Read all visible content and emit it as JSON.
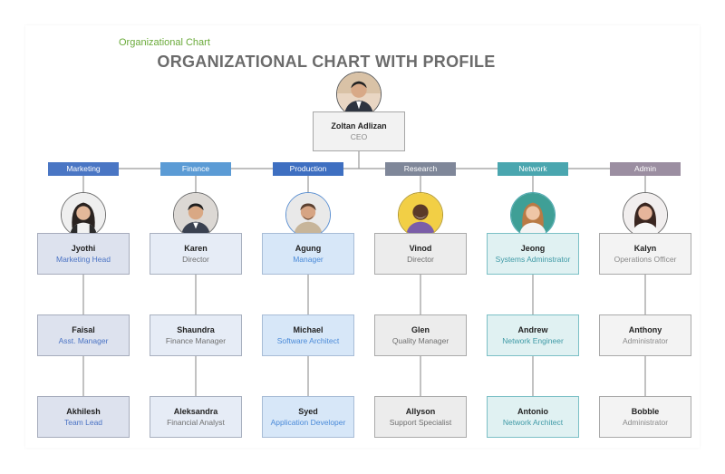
{
  "header": {
    "subtitle": "Organizational Chart",
    "title": "ORGANIZATIONAL CHART WITH PROFILE"
  },
  "ceo": {
    "name": "Zoltan Adlizan",
    "role": "CEO"
  },
  "departments": [
    {
      "label": "Marketing",
      "color": "#4a76c4",
      "people": [
        {
          "name": "Jyothi",
          "role": "Marketing Head"
        },
        {
          "name": "Faisal",
          "role": "Asst. Manager"
        },
        {
          "name": "Akhilesh",
          "role": "Team Lead"
        }
      ]
    },
    {
      "label": "Finance",
      "color": "#5b9bd5",
      "people": [
        {
          "name": "Karen",
          "role": "Director"
        },
        {
          "name": "Shaundra",
          "role": "Finance Manager"
        },
        {
          "name": "Aleksandra",
          "role": "Financial Analyst"
        }
      ]
    },
    {
      "label": "Production",
      "color": "#3e6fc1",
      "people": [
        {
          "name": "Agung",
          "role": "Manager"
        },
        {
          "name": "Michael",
          "role": "Software Architect"
        },
        {
          "name": "Syed",
          "role": "Application Developer"
        }
      ]
    },
    {
      "label": "Research",
      "color": "#7f8799",
      "people": [
        {
          "name": "Vinod",
          "role": "Director"
        },
        {
          "name": "Glen",
          "role": "Quality Manager"
        },
        {
          "name": "Allyson",
          "role": "Support Specialist"
        }
      ]
    },
    {
      "label": "Network",
      "color": "#4aa6af",
      "people": [
        {
          "name": "Jeong",
          "role": "Systems Adminstrator"
        },
        {
          "name": "Andrew",
          "role": "Network Engineer"
        },
        {
          "name": "Antonio",
          "role": "Network Architect"
        }
      ]
    },
    {
      "label": "Admin",
      "color": "#9b8ea1",
      "people": [
        {
          "name": "Kalyn",
          "role": "Operations Officer"
        },
        {
          "name": "Anthony",
          "role": "Administrator"
        },
        {
          "name": "Bobble",
          "role": "Administrator"
        }
      ]
    }
  ],
  "avatar_icon": "person-avatar-icon"
}
